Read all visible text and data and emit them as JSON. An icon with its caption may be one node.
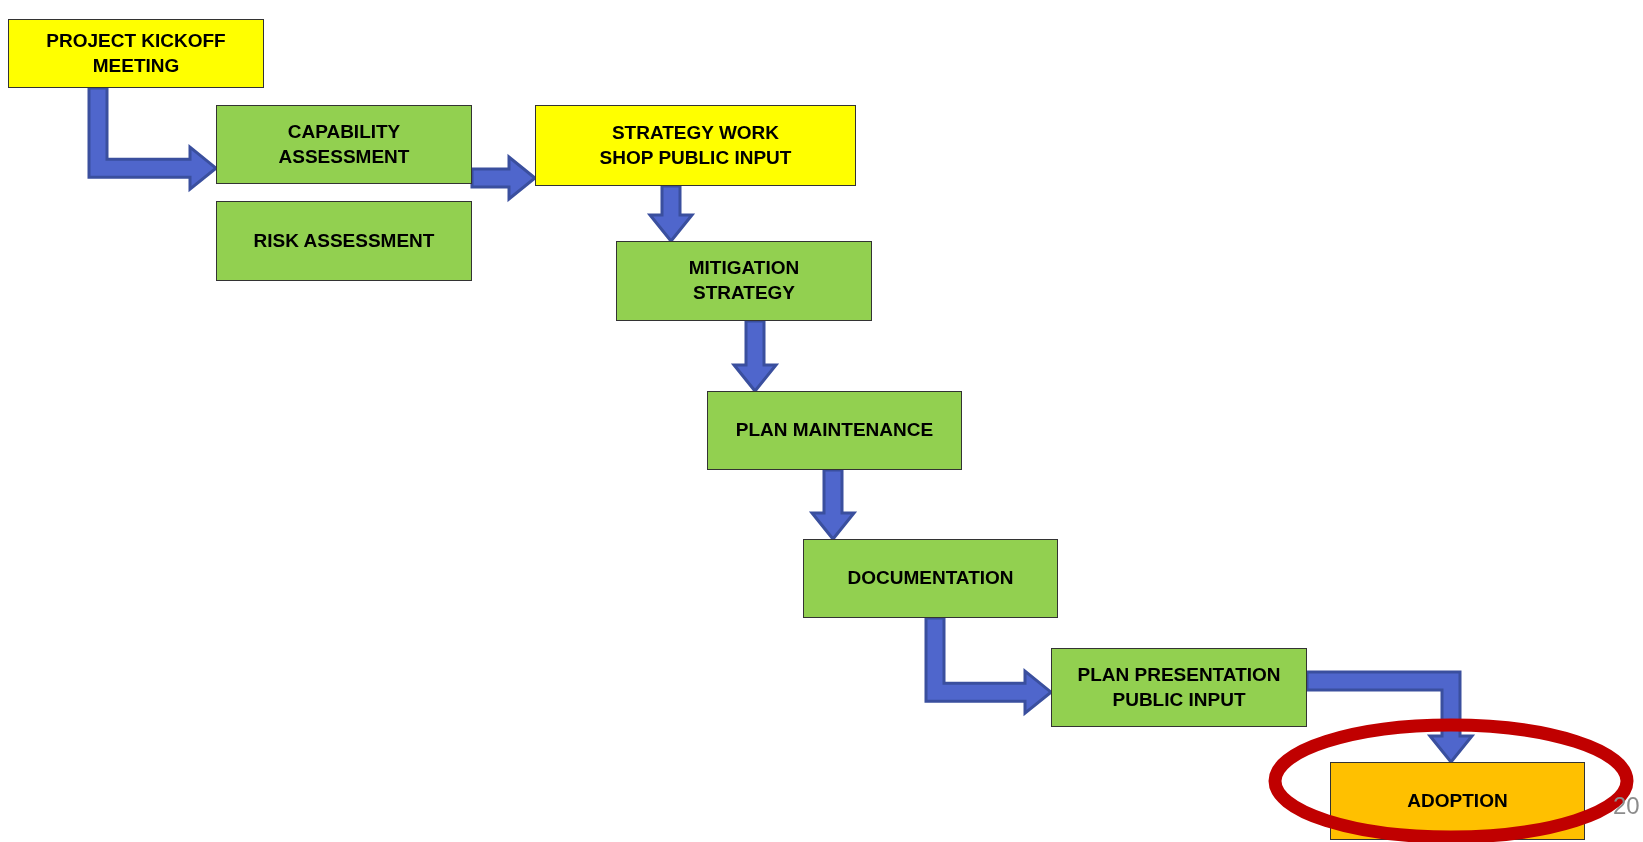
{
  "diagram": {
    "nodes": [
      {
        "text": [
          "PROJECT KICKOFF MEETING"
        ]
      },
      {
        "text": [
          "CAPABILITY ASSESSMENT"
        ]
      },
      {
        "text": [
          "RISK ASSESSMENT"
        ]
      },
      {
        "text": [
          "STRATEGY WORK SHOP PUBLIC INPUT"
        ]
      },
      {
        "text": [
          "MITIGATION STRATEGY"
        ]
      },
      {
        "text": [
          "PLAN MAINTENANCE"
        ]
      },
      {
        "text": [
          "DOCUMENTATION"
        ]
      },
      {
        "text": [
          "PLAN PRESENTATION PUBLIC INPUT"
        ]
      },
      {
        "text": [
          "ADOPTION"
        ]
      }
    ],
    "edges": [
      {
        "from": 0,
        "to": 1,
        "arrow": "to"
      },
      {
        "from": 1,
        "to": 3,
        "arrow": "to"
      },
      {
        "from": 2,
        "to": 3,
        "arrow": "to"
      },
      {
        "from": 3,
        "to": 4,
        "arrow": "to"
      },
      {
        "from": 4,
        "to": 5,
        "arrow": "to"
      },
      {
        "from": 5,
        "to": 6,
        "arrow": "to"
      },
      {
        "from": 6,
        "to": 7,
        "arrow": "to"
      },
      {
        "from": 7,
        "to": 8,
        "arrow": "to"
      }
    ],
    "labels": [
      "20"
    ]
  }
}
